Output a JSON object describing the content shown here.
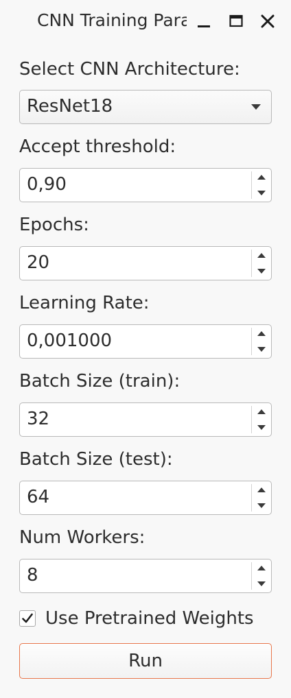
{
  "window": {
    "title": "CNN Training Para",
    "colors": {
      "background": "#f8f8f8",
      "accent_border": "#e8754a",
      "text": "#2c2c2c"
    }
  },
  "titlebar_icons": [
    "minimize-icon",
    "maximize-icon",
    "close-icon"
  ],
  "architecture": {
    "label": "Select CNN Architecture:",
    "selected": "ResNet18"
  },
  "accept_threshold": {
    "label": "Accept threshold:",
    "value": "0,90"
  },
  "epochs": {
    "label": "Epochs:",
    "value": "20"
  },
  "learning_rate": {
    "label": "Learning Rate:",
    "value": "0,001000"
  },
  "batch_size_train": {
    "label": "Batch Size (train):",
    "value": "32"
  },
  "batch_size_test": {
    "label": "Batch Size (test):",
    "value": "64"
  },
  "num_workers": {
    "label": "Num Workers:",
    "value": "8"
  },
  "pretrained": {
    "label": "Use Pretrained Weights",
    "checked": true
  },
  "run_button": {
    "label": "Run"
  }
}
